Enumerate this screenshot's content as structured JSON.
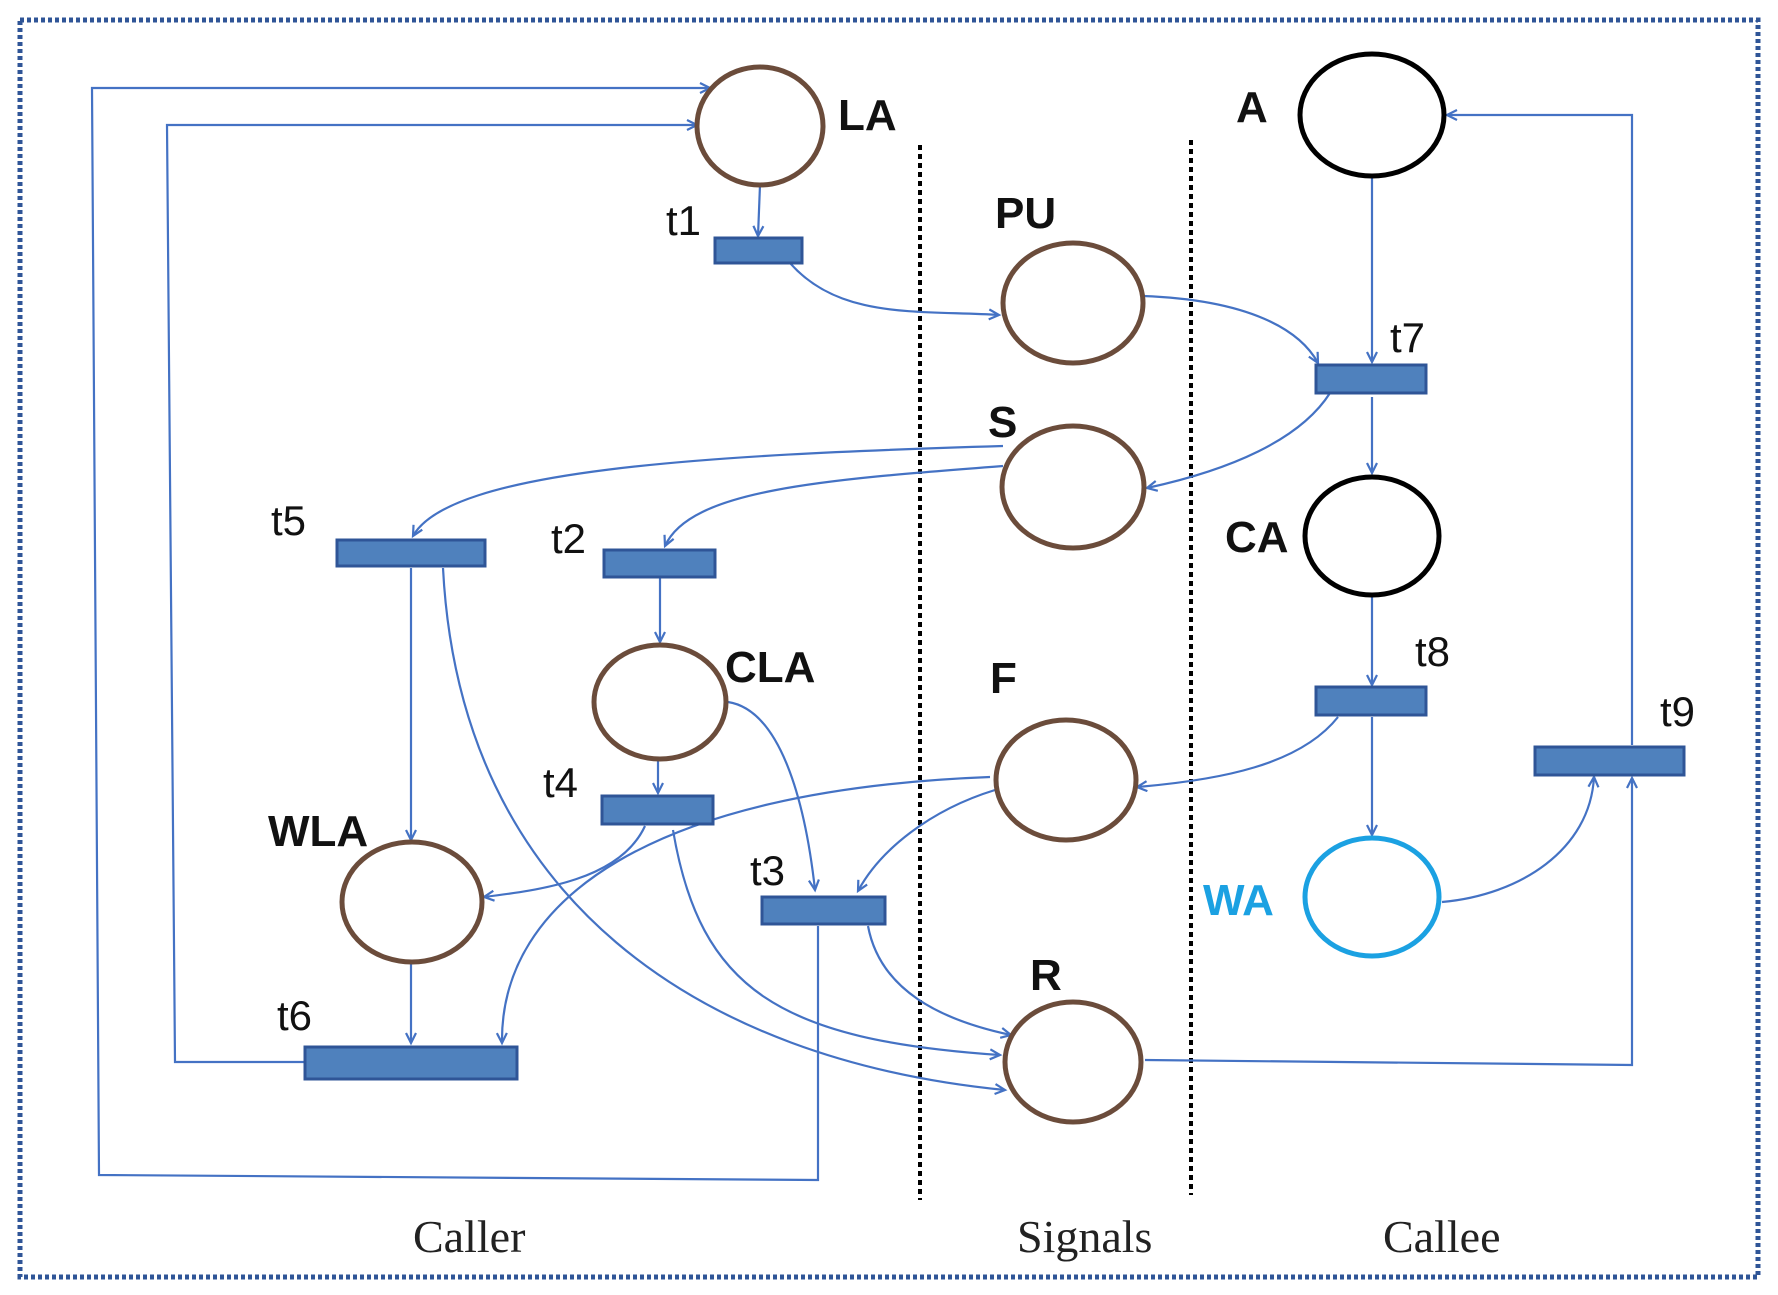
{
  "diagram": {
    "type": "petri-net",
    "regions": [
      {
        "id": "caller",
        "label": "Caller"
      },
      {
        "id": "signals",
        "label": "Signals"
      },
      {
        "id": "callee",
        "label": "Callee"
      }
    ],
    "places": [
      {
        "id": "LA",
        "label": "LA",
        "color": "#6b4c3b"
      },
      {
        "id": "PU",
        "label": "PU",
        "color": "#6b4c3b"
      },
      {
        "id": "S",
        "label": "S",
        "color": "#6b4c3b"
      },
      {
        "id": "CLA",
        "label": "CLA",
        "color": "#6b4c3b"
      },
      {
        "id": "F",
        "label": "F",
        "color": "#6b4c3b"
      },
      {
        "id": "WLA",
        "label": "WLA",
        "color": "#6b4c3b"
      },
      {
        "id": "R",
        "label": "R",
        "color": "#6b4c3b"
      },
      {
        "id": "A",
        "label": "A",
        "color": "#000000"
      },
      {
        "id": "CA",
        "label": "CA",
        "color": "#000000"
      },
      {
        "id": "WA",
        "label": "WA",
        "color": "#1ba1e2"
      }
    ],
    "transitions": [
      {
        "id": "t1",
        "label": "t1"
      },
      {
        "id": "t2",
        "label": "t2"
      },
      {
        "id": "t3",
        "label": "t3"
      },
      {
        "id": "t4",
        "label": "t4"
      },
      {
        "id": "t5",
        "label": "t5"
      },
      {
        "id": "t6",
        "label": "t6"
      },
      {
        "id": "t7",
        "label": "t7"
      },
      {
        "id": "t8",
        "label": "t8"
      },
      {
        "id": "t9",
        "label": "t9"
      }
    ],
    "arcs": [
      {
        "from": "LA",
        "to": "t1"
      },
      {
        "from": "t1",
        "to": "PU"
      },
      {
        "from": "PU",
        "to": "t7"
      },
      {
        "from": "A",
        "to": "t7"
      },
      {
        "from": "t7",
        "to": "S"
      },
      {
        "from": "t7",
        "to": "CA"
      },
      {
        "from": "S",
        "to": "t5"
      },
      {
        "from": "S",
        "to": "t2"
      },
      {
        "from": "t2",
        "to": "CLA"
      },
      {
        "from": "CLA",
        "to": "t4"
      },
      {
        "from": "CLA",
        "to": "t3"
      },
      {
        "from": "t4",
        "to": "WLA"
      },
      {
        "from": "t4",
        "to": "R"
      },
      {
        "from": "t5",
        "to": "WLA"
      },
      {
        "from": "t5",
        "to": "R"
      },
      {
        "from": "WLA",
        "to": "t6"
      },
      {
        "from": "F",
        "to": "t6"
      },
      {
        "from": "F",
        "to": "t3"
      },
      {
        "from": "t3",
        "to": "R"
      },
      {
        "from": "t3",
        "to": "LA"
      },
      {
        "from": "t6",
        "to": "LA"
      },
      {
        "from": "CA",
        "to": "t8"
      },
      {
        "from": "t8",
        "to": "F"
      },
      {
        "from": "t8",
        "to": "WA"
      },
      {
        "from": "WA",
        "to": "t9"
      },
      {
        "from": "R",
        "to": "t9"
      },
      {
        "from": "t9",
        "to": "A"
      }
    ],
    "colors": {
      "arc": "#4472c4",
      "transition_fill": "#4f81bd",
      "frame": "#2f5597"
    }
  }
}
